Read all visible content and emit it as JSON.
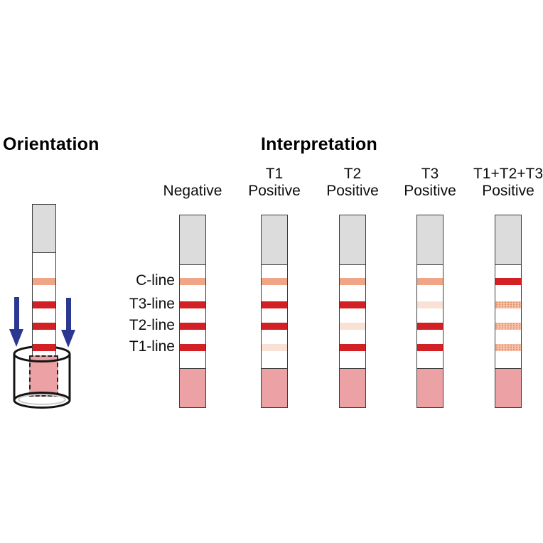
{
  "orientation": {
    "title": "Orientation",
    "strip": {
      "bands": [
        "control",
        "strong",
        "strong",
        "strong"
      ]
    }
  },
  "interpretation": {
    "title": "Interpretation",
    "row_labels": [
      "C-line",
      "T3-line",
      "T2-line",
      "T1-line"
    ],
    "columns": [
      {
        "id": "negative",
        "label_line1": "",
        "label_line2": "Negative",
        "bands": [
          "control",
          "strong",
          "strong",
          "strong"
        ]
      },
      {
        "id": "t1-positive",
        "label_line1": "T1",
        "label_line2": "Positive",
        "bands": [
          "control",
          "strong",
          "strong",
          "weak"
        ]
      },
      {
        "id": "t2-positive",
        "label_line1": "T2",
        "label_line2": "Positive",
        "bands": [
          "control",
          "strong",
          "weak",
          "strong"
        ]
      },
      {
        "id": "t3-positive",
        "label_line1": "T3",
        "label_line2": "Positive",
        "bands": [
          "control",
          "weak",
          "strong",
          "strong"
        ]
      },
      {
        "id": "t1t2t3-positive",
        "label_line1": "T1+T2+T3",
        "label_line2": "Positive",
        "bands": [
          "strong",
          "speckled",
          "speckled",
          "speckled"
        ]
      }
    ]
  },
  "colors": {
    "strong_band": "#d32025",
    "control_band": "#f0a586",
    "weak_band": "#f9e2d5",
    "speckled_band_bg": "#f5c2a9",
    "speckled_band_dot": "#e18a64",
    "sample_pad": "#eca1a5",
    "wick_pad": "#dcdcdc",
    "strip_border": "#3c3c3c",
    "arrow": "#2c3792",
    "beaker_outline": "#141414"
  }
}
